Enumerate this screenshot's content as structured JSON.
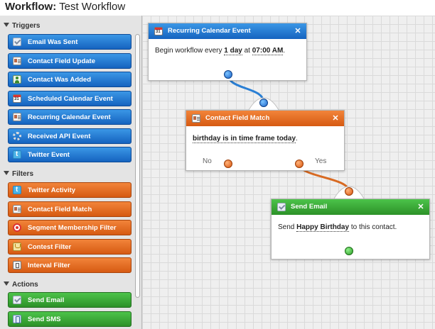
{
  "header": {
    "title_bold": "Workflow:",
    "title_name": "Test Workflow"
  },
  "sidebar": {
    "triggers": {
      "label": "Triggers",
      "items": [
        "Email Was Sent",
        "Contact Field Update",
        "Contact Was Added",
        "Scheduled Calendar Event",
        "Recurring Calendar Event",
        "Received API Event",
        "Twitter Event"
      ]
    },
    "filters": {
      "label": "Filters",
      "items": [
        "Twitter Activity",
        "Contact Field Match",
        "Segment Membership Filter",
        "Contest Filter",
        "Interval Filter"
      ]
    },
    "actions": {
      "label": "Actions",
      "items": [
        "Send Email",
        "Send SMS"
      ]
    }
  },
  "canvas": {
    "node_recurring": {
      "title": "Recurring Calendar Event",
      "text1": "Begin workflow every",
      "value1": "1 day",
      "text2": "at",
      "value2": "07:00 AM",
      "text3": "."
    },
    "node_match": {
      "title": "Contact Field Match",
      "value1": "birthday is in time frame today",
      "text1": ".",
      "no_label": "No",
      "yes_label": "Yes"
    },
    "node_email": {
      "title": "Send Email",
      "text1": "Send",
      "value1": "Happy Birthday",
      "text2": "to this contact."
    }
  },
  "icons": {
    "close": "✕"
  },
  "colors": {
    "trigger": "#1f74d0",
    "filter": "#e36a1f",
    "action": "#36a533",
    "wire_blue": "#2a7fd4",
    "wire_orange": "#d86a22"
  }
}
